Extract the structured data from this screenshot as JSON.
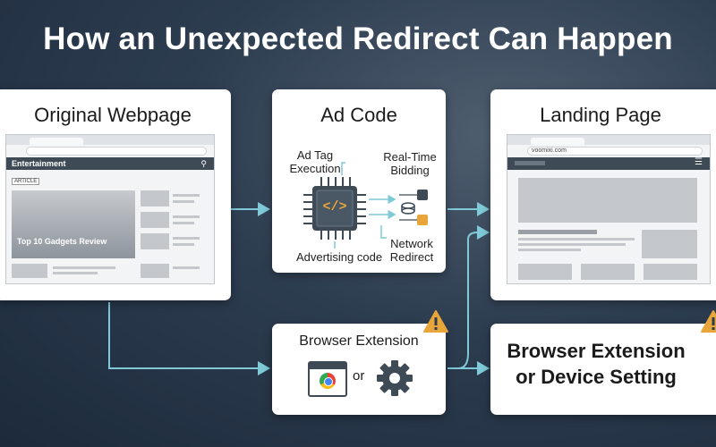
{
  "title": "How an Unexpected Redirect Can Happen",
  "original": {
    "title": "Original Webpage",
    "site_name": "Entertainment",
    "article_badge": "ARTICLE",
    "headline": "Top 10 Gadgets Review"
  },
  "adcode": {
    "title": "Ad Code",
    "ad_tag": "Ad Tag\nExecution",
    "rtb": "Real-Time\nBidding",
    "network": "Network\nRedirect",
    "advertising": "Advertising code",
    "chip_symbol": "</>"
  },
  "landing": {
    "title": "Landing Page",
    "url": "voomixi.com"
  },
  "extension": {
    "title": "Browser Extension",
    "or": "or"
  },
  "device": {
    "title": "Browser Extension\nor Device Setting"
  },
  "icons": {
    "warning": "warning-icon",
    "chip": "chip-icon",
    "gear": "gear-icon",
    "browser": "browser-logo-icon",
    "search": "search-icon",
    "menu": "hamburger-menu-icon"
  },
  "colors": {
    "connector": "#7fc9d8",
    "warning": "#e8a63a",
    "chip_accent": "#e8a63a",
    "navbar": "#3e4a56",
    "background": "#24344a"
  }
}
